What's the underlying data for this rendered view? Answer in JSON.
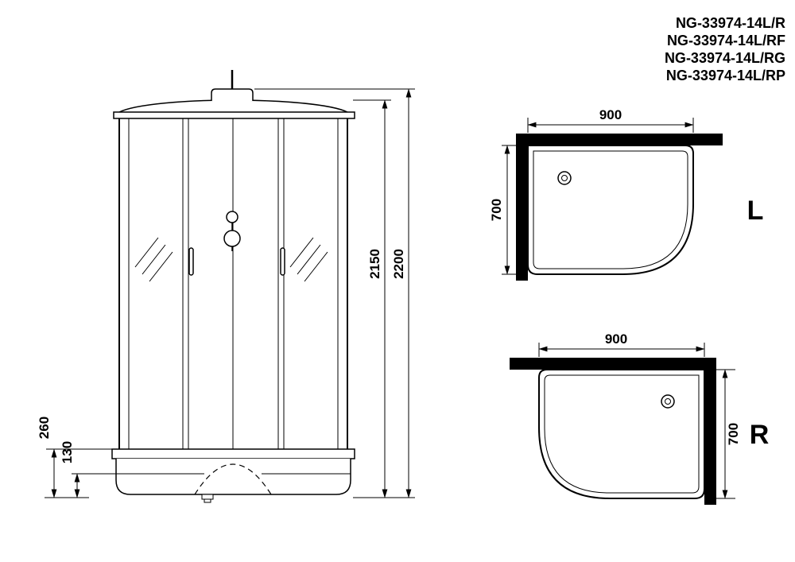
{
  "colors": {
    "ink": "#000000",
    "bg": "#ffffff",
    "wall_fill": "#000000"
  },
  "models": {
    "items": [
      "NG-33974-14L/R",
      "NG-33974-14L/RF",
      "NG-33974-14L/RG",
      "NG-33974-14L/RP"
    ]
  },
  "front_view": {
    "cabin_height": "2150",
    "overall_height": "2200",
    "base_height": "260",
    "tray_height": "130"
  },
  "plan_l": {
    "label": "L",
    "width": "900",
    "depth": "700"
  },
  "plan_r": {
    "label": "R",
    "width": "900",
    "depth": "700"
  }
}
